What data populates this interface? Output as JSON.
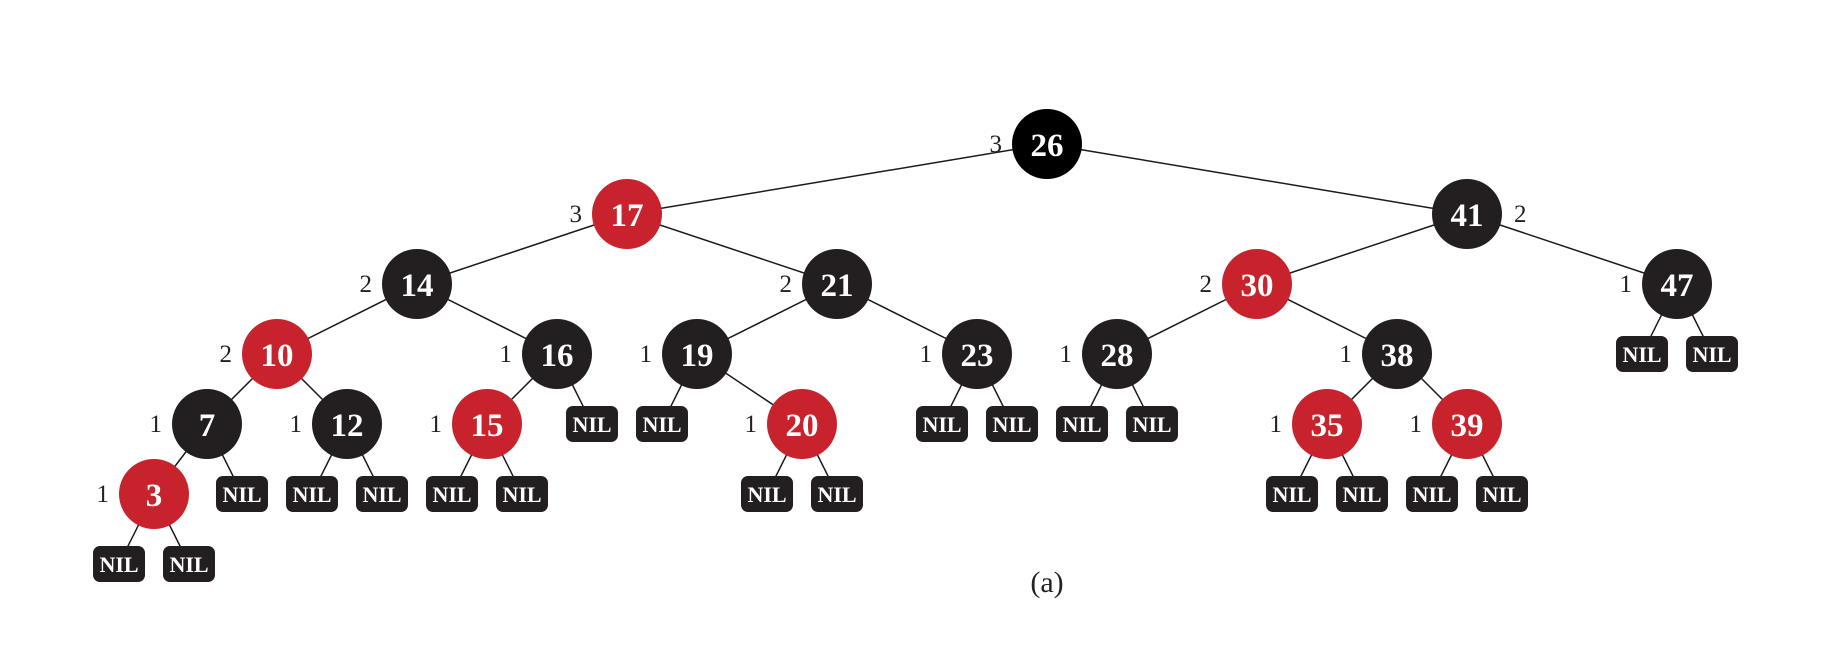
{
  "colors": {
    "red_node": "#c8232c",
    "black_node": "#231f20",
    "root_node": "#000000",
    "nil_box": "#231f20",
    "edge": "#1a1a1a",
    "text_on_node": "#ffffff",
    "black_height_text": "#222222"
  },
  "nodes": [
    {
      "id": "n26",
      "key": "26",
      "color": "black",
      "black_height": "3",
      "bh_side": "left"
    },
    {
      "id": "n17",
      "key": "17",
      "color": "red",
      "black_height": "3",
      "bh_side": "left"
    },
    {
      "id": "n41",
      "key": "41",
      "color": "black",
      "black_height": "2",
      "bh_side": "right"
    },
    {
      "id": "n14",
      "key": "14",
      "color": "black",
      "black_height": "2",
      "bh_side": "left"
    },
    {
      "id": "n21",
      "key": "21",
      "color": "black",
      "black_height": "2",
      "bh_side": "left"
    },
    {
      "id": "n30",
      "key": "30",
      "color": "red",
      "black_height": "2",
      "bh_side": "left"
    },
    {
      "id": "n47",
      "key": "47",
      "color": "black",
      "black_height": "1",
      "bh_side": "left"
    },
    {
      "id": "n10",
      "key": "10",
      "color": "red",
      "black_height": "2",
      "bh_side": "left"
    },
    {
      "id": "n16",
      "key": "16",
      "color": "black",
      "black_height": "1",
      "bh_side": "left"
    },
    {
      "id": "n19",
      "key": "19",
      "color": "black",
      "black_height": "1",
      "bh_side": "left"
    },
    {
      "id": "n23",
      "key": "23",
      "color": "black",
      "black_height": "1",
      "bh_side": "left"
    },
    {
      "id": "n28",
      "key": "28",
      "color": "black",
      "black_height": "1",
      "bh_side": "left"
    },
    {
      "id": "n38",
      "key": "38",
      "color": "black",
      "black_height": "1",
      "bh_side": "left"
    },
    {
      "id": "n7",
      "key": "7",
      "color": "black",
      "black_height": "1",
      "bh_side": "left"
    },
    {
      "id": "n12",
      "key": "12",
      "color": "black",
      "black_height": "1",
      "bh_side": "left"
    },
    {
      "id": "n15",
      "key": "15",
      "color": "red",
      "black_height": "1",
      "bh_side": "left"
    },
    {
      "id": "n20",
      "key": "20",
      "color": "red",
      "black_height": "1",
      "bh_side": "left"
    },
    {
      "id": "n35",
      "key": "35",
      "color": "red",
      "black_height": "1",
      "bh_side": "left"
    },
    {
      "id": "n39",
      "key": "39",
      "color": "red",
      "black_height": "1",
      "bh_side": "left"
    },
    {
      "id": "n3",
      "key": "3",
      "color": "red",
      "black_height": "1",
      "bh_side": "left"
    }
  ],
  "edges": [
    [
      "n26",
      "n17"
    ],
    [
      "n26",
      "n41"
    ],
    [
      "n17",
      "n14"
    ],
    [
      "n17",
      "n21"
    ],
    [
      "n41",
      "n30"
    ],
    [
      "n41",
      "n47"
    ],
    [
      "n14",
      "n10"
    ],
    [
      "n14",
      "n16"
    ],
    [
      "n21",
      "n19"
    ],
    [
      "n21",
      "n23"
    ],
    [
      "n30",
      "n28"
    ],
    [
      "n30",
      "n38"
    ],
    [
      "n10",
      "n7"
    ],
    [
      "n10",
      "n12"
    ],
    [
      "n16",
      "n15"
    ],
    [
      "n16",
      "nil16r"
    ],
    [
      "n19",
      "nil19l"
    ],
    [
      "n19",
      "n20"
    ],
    [
      "n23",
      "nil23l"
    ],
    [
      "n23",
      "nil23r"
    ],
    [
      "n28",
      "nil28l"
    ],
    [
      "n28",
      "nil28r"
    ],
    [
      "n38",
      "n35"
    ],
    [
      "n38",
      "n39"
    ],
    [
      "n47",
      "nil47l"
    ],
    [
      "n47",
      "nil47r"
    ],
    [
      "n7",
      "n3"
    ],
    [
      "n7",
      "nil7r"
    ],
    [
      "n12",
      "nil12l"
    ],
    [
      "n12",
      "nil12r"
    ],
    [
      "n15",
      "nil15l"
    ],
    [
      "n15",
      "nil15r"
    ],
    [
      "n20",
      "nil20l"
    ],
    [
      "n20",
      "nil20r"
    ],
    [
      "n35",
      "nil35l"
    ],
    [
      "n35",
      "nil35r"
    ],
    [
      "n39",
      "nil39l"
    ],
    [
      "n39",
      "nil39r"
    ],
    [
      "n3",
      "nil3l"
    ],
    [
      "n3",
      "nil3r"
    ]
  ],
  "nil_label": "NIL",
  "nils": [
    "nil16r",
    "nil19l",
    "nil23l",
    "nil23r",
    "nil28l",
    "nil28r",
    "nil47l",
    "nil47r",
    "nil7r",
    "nil12l",
    "nil12r",
    "nil15l",
    "nil15r",
    "nil20l",
    "nil20r",
    "nil35l",
    "nil35r",
    "nil39l",
    "nil39r",
    "nil3l",
    "nil3r"
  ],
  "caption": "(a)"
}
